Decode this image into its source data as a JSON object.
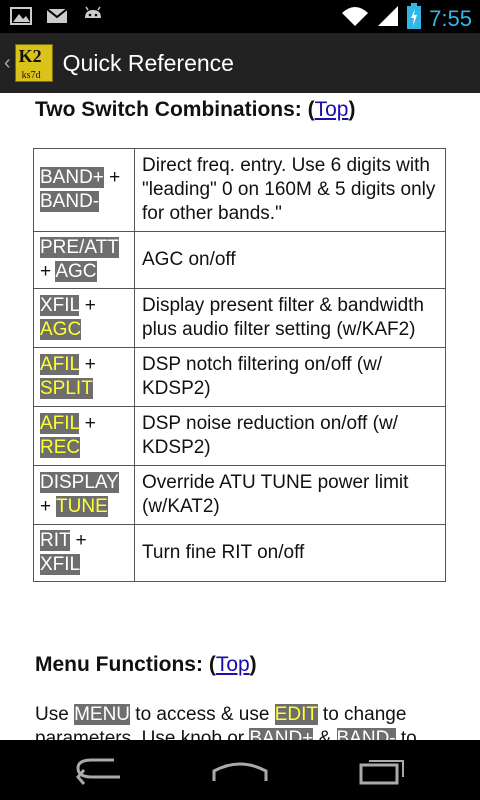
{
  "status": {
    "time": "7:55"
  },
  "app": {
    "title": "Quick Reference"
  },
  "section1": {
    "heading": "Two Switch Combinations: (",
    "link": "Top",
    "close": ")"
  },
  "rows": [
    {
      "keys": [
        {
          "t": "BAND+",
          "s": "g"
        },
        {
          "t": " + ",
          "s": ""
        },
        {
          "t": "BAND-",
          "s": "g"
        }
      ],
      "desc": "Direct freq. entry. Use 6 digits with \"leading\" 0 on 160M & 5 digits only for other bands.\""
    },
    {
      "keys": [
        {
          "t": "PRE/",
          "s": "g"
        },
        {
          "t": "ATT",
          "s": "g"
        },
        {
          "t": " + ",
          "s": ""
        },
        {
          "t": "AGC",
          "s": "g"
        }
      ],
      "desc": "AGC on/off"
    },
    {
      "keys": [
        {
          "t": "XFIL",
          "s": "g"
        },
        {
          "t": " + ",
          "s": ""
        },
        {
          "t": "AGC",
          "s": "y"
        }
      ],
      "desc": "Display present filter & bandwidth plus audio filter setting (w/KAF2)"
    },
    {
      "keys": [
        {
          "t": "AFIL",
          "s": "y"
        },
        {
          "t": " + ",
          "s": ""
        },
        {
          "t": "SPLIT",
          "s": "y"
        }
      ],
      "desc": "DSP notch filtering on/off (w/ KDSP2)"
    },
    {
      "keys": [
        {
          "t": "AFIL",
          "s": "y"
        },
        {
          "t": " + ",
          "s": ""
        },
        {
          "t": "REC",
          "s": "y"
        }
      ],
      "desc": "DSP noise reduction on/off (w/ KDSP2)"
    },
    {
      "keys": [
        {
          "t": "DISPLAY",
          "s": "g"
        },
        {
          "t": " + ",
          "s": ""
        },
        {
          "t": "TUNE",
          "s": "y"
        }
      ],
      "desc": "Override ATU TUNE power limit (w/KAT2)"
    },
    {
      "keys": [
        {
          "t": "RIT",
          "s": "g"
        },
        {
          "t": " + ",
          "s": ""
        },
        {
          "t": "XFIL",
          "s": "g"
        }
      ],
      "desc": "Turn fine RIT on/off"
    }
  ],
  "section2": {
    "heading": "Menu Functions: (",
    "link": "Top",
    "close": ")"
  },
  "para": {
    "p1": "Use ",
    "menu": "MENU",
    "p2": " to access & use ",
    "edit": "EDIT",
    "p3": " to change parameters. Use knob or ",
    "bandp": "BAND+",
    "p4": " & ",
    "bandm": "BAND-",
    "p5": " to"
  }
}
